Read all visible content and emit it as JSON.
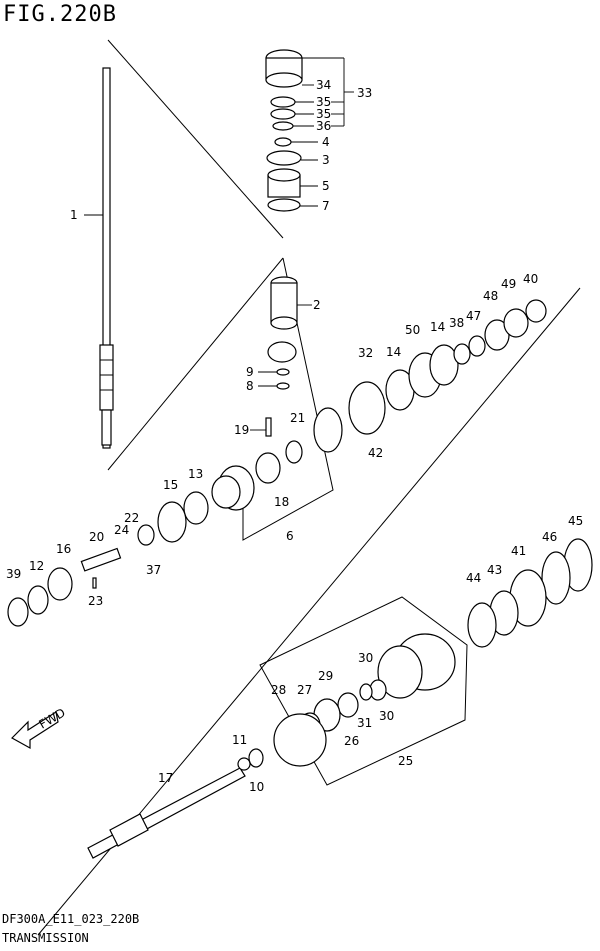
{
  "figure_title": "FIG.220B",
  "footer": {
    "code": "DF300A_E11_023_220B",
    "name": "TRANSMISSION"
  },
  "direction_marker": "FWD",
  "callouts": [
    "1",
    "2",
    "3",
    "4",
    "5",
    "6",
    "7",
    "8",
    "9",
    "10",
    "11",
    "12",
    "13",
    "14",
    "14",
    "15",
    "16",
    "17",
    "18",
    "19",
    "20",
    "21",
    "22",
    "23",
    "24",
    "25",
    "26",
    "27",
    "28",
    "29",
    "30",
    "30",
    "31",
    "32",
    "33",
    "34",
    "35",
    "35",
    "36",
    "37",
    "38",
    "39",
    "40",
    "41",
    "42",
    "43",
    "44",
    "45",
    "46",
    "47",
    "48",
    "49",
    "50"
  ]
}
